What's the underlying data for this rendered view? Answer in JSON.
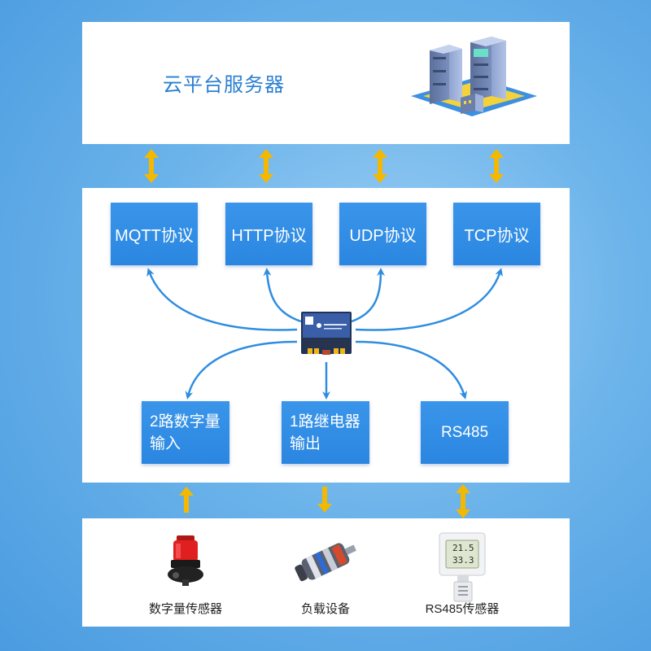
{
  "cloud": {
    "title": "云平台服务器"
  },
  "protocols": [
    {
      "label": "MQTT协议"
    },
    {
      "label": "HTTP协议"
    },
    {
      "label": "UDP协议"
    },
    {
      "label": "TCP协议"
    }
  ],
  "io": [
    {
      "line1": "2路数字量",
      "line2": "输入"
    },
    {
      "line1": "1路继电器",
      "line2": "输出"
    },
    {
      "label": "RS485"
    }
  ],
  "devices": [
    {
      "label": "数字量传感器",
      "icon": "alarm-lamp-icon"
    },
    {
      "label": "负载设备",
      "icon": "motor-icon"
    },
    {
      "label": "RS485传感器",
      "icon": "temp-humidity-sensor-icon"
    }
  ],
  "sensor_display": {
    "line1": "21.5",
    "line2": "33.3"
  },
  "colors": {
    "box_blue": "#2a86e0",
    "arrow_yellow": "#f5b800",
    "curve_blue": "#2e8de0",
    "title_blue": "#2a7fd0"
  }
}
